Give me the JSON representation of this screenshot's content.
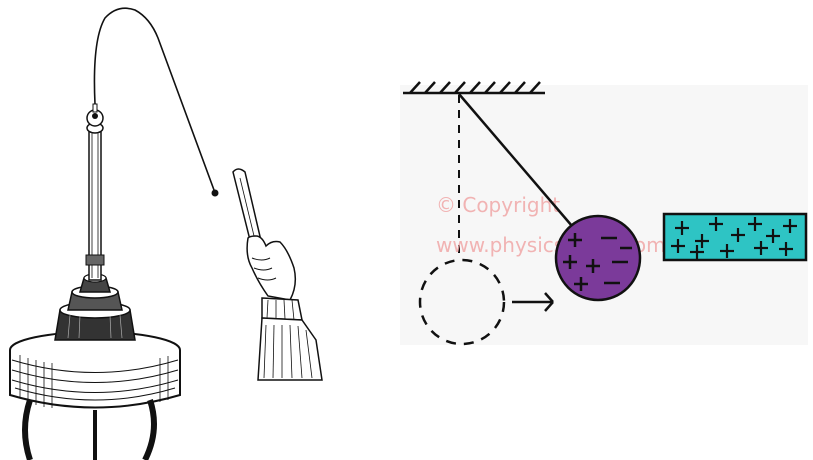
{
  "watermark": {
    "line1": "© Copyright",
    "line2": "www.physicsclassroom.com"
  },
  "colors": {
    "sphere_fill": "#7b3a9a",
    "plate_fill": "#2ec4c4",
    "watermark": "#f0a8a8",
    "ink": "#111111",
    "background_panel": "#f7f7f7"
  },
  "left_illustration": {
    "subject": "pith-ball electroscope on stand with hand holding charged rod"
  },
  "right_diagram": {
    "sphere_charges": [
      "+",
      "−",
      "+",
      "−",
      "+",
      "−",
      "+",
      "−"
    ],
    "plate_charges": [
      "+",
      "+",
      "+",
      "+",
      "+",
      "+",
      "+",
      "+",
      "+",
      "+",
      "+",
      "+"
    ]
  }
}
